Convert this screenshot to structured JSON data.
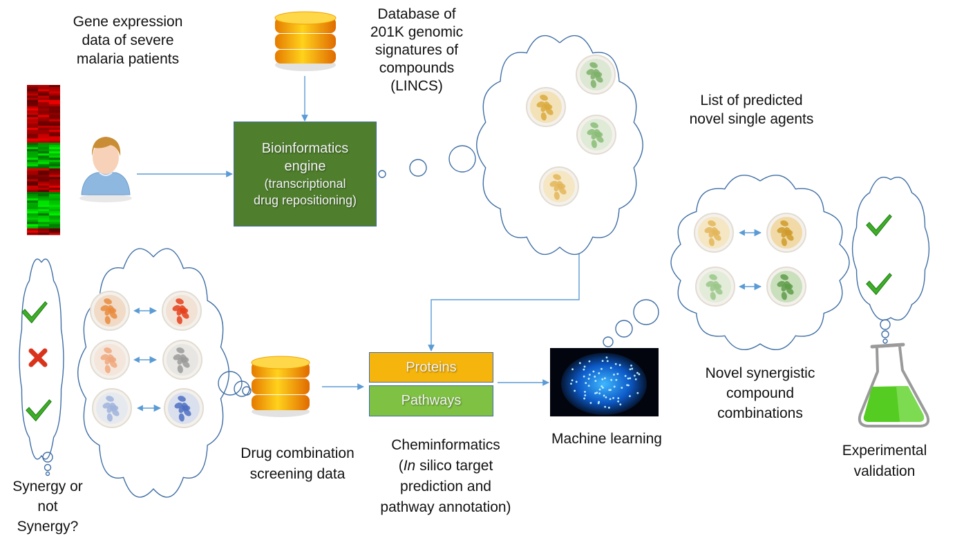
{
  "title": "Drug repositioning and combination prediction workflow for severe malaria",
  "labels": {
    "gene_expression": [
      "Gene expression",
      "data of severe",
      "malaria patients"
    ],
    "lincs_database": [
      "Database of",
      "201K genomic",
      "signatures of",
      "compounds",
      "(LINCS)"
    ],
    "single_agents": [
      "List of predicted",
      "novel single agents"
    ],
    "synergistic_combinations": [
      "Novel synergistic",
      "compound",
      "combinations"
    ],
    "experimental_validation": [
      "Experimental",
      "validation"
    ],
    "machine_learning": "Machine learning",
    "drug_combination_data": [
      "Drug combination",
      "screening data"
    ],
    "cheminformatics": {
      "line1": "Cheminformatics",
      "line2_italic": "In",
      "line2_rest": " silico target",
      "line3": "prediction and",
      "line4": "pathway annotation)",
      "open_paren": "("
    },
    "synergy_question": [
      "Synergy or",
      "not",
      "Synergy?"
    ]
  },
  "boxes": {
    "bioinformatics": {
      "title": [
        "Bioinformatics",
        "engine"
      ],
      "subtitle": [
        "(transcriptional",
        "drug repositioning)"
      ]
    },
    "proteins": "Proteins",
    "pathways": "Pathways"
  },
  "icons": {
    "heatmap": "gene-expression-heatmap-icon",
    "patient": "patient-avatar-icon",
    "database": "database-icon",
    "pill_bowl": "pill-bowl-icon",
    "double_arrow": "double-arrow-icon",
    "check": "checkmark-icon",
    "cross": "cross-icon",
    "brain": "circuit-brain-icon",
    "flask": "flask-icon"
  },
  "synergy_results": [
    "synergy",
    "no-synergy",
    "synergy"
  ],
  "validation_results": [
    "validated",
    "validated"
  ],
  "colors": {
    "connector": "#5b9bd5",
    "cloud_outline": "#3f6ea5",
    "bio_box": "#4f7f2d",
    "proteins_box": "#f5b50c",
    "pathways_box": "#7fc243",
    "check": "#3fae29",
    "cross": "#d9341b",
    "flask_liquid": "#55cc22"
  }
}
